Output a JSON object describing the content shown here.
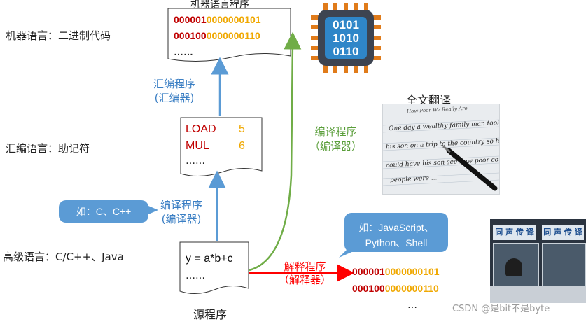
{
  "levels": {
    "machine": "机器语言：二进制代码",
    "assembly": "汇编语言：助记符",
    "high": "高级语言：C/C++、Java"
  },
  "machine_doc": {
    "title": "机器语言程序",
    "line1_red": "000001",
    "line1_orange": "0000000101",
    "line2_red": "000100",
    "line2_orange": "0000000110",
    "ellipsis": "……"
  },
  "assembly_doc": {
    "op1": "LOAD",
    "arg1": "5",
    "op2": "MUL",
    "arg2": "6",
    "ellipsis": "……"
  },
  "source_doc": {
    "code": "y = a*b+c",
    "ellipsis": "……",
    "caption": "源程序"
  },
  "arrows": {
    "assemble_1": "汇编程序",
    "assemble_2": "(汇编器)",
    "compile_mid_1": "编译程序",
    "compile_mid_2": "(编译器)",
    "compile_right_1": "编译程序",
    "compile_right_2": "（编译器）",
    "interpret_1": "解释程序",
    "interpret_2": "（解释器）"
  },
  "bubbles": {
    "compiled_example": "如：C、C++",
    "interpreted_example_1": "如：JavaScript、",
    "interpreted_example_2": "Python、Shell"
  },
  "interp_output": {
    "line1_red": "000001",
    "line1_orange": "0000000101",
    "line2_red": "000100",
    "line2_orange": "0000000110",
    "ellipsis": "…"
  },
  "chip": {
    "row1": "0101",
    "row2": "1010",
    "row3": "0110"
  },
  "translation": {
    "title": "全文翻译",
    "paper_title": "How Poor We Really Are",
    "line1": "One day a wealthy family man took",
    "line2": "his son on a trip to the country so he",
    "line3": "could have his son see how poor country",
    "line4": "people were ..."
  },
  "booth": {
    "sign_left": "同 声 传 译",
    "sign_right": "同 声 传 译"
  },
  "watermark": "CSDN @是bit不是byte"
}
